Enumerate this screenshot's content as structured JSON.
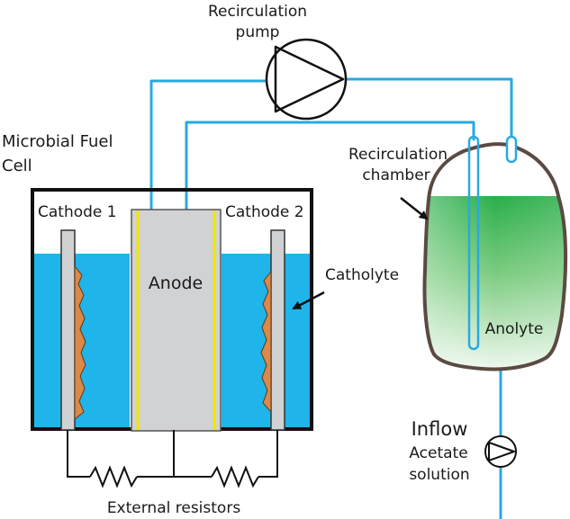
{
  "labels": {
    "pump_line1": "Recirculation",
    "pump_line2": "pump",
    "mfc_line1": "Microbial Fuel",
    "mfc_line2": "Cell",
    "chamber_line1": "Recirculation",
    "chamber_line2": "chamber",
    "cathode1": "Cathode 1",
    "cathode2": "Cathode 2",
    "anode": "Anode",
    "catholyte": "Catholyte",
    "anolyte": "Anolyte",
    "inflow": "Inflow",
    "acetate_line1": "Acetate",
    "acetate_line2": "solution",
    "resistors": "External resistors"
  },
  "colors": {
    "tube": "#29a9e0",
    "catholyte": "#1fb4ea",
    "anolyte_top": "#2aae4a",
    "anolyte_bottom": "#e6f4e6",
    "electrode_gray": "#cfd1d3",
    "anode_gray": "#d1d2d4",
    "anode_edge": "#f2e600",
    "biofilm": "#d9894a",
    "chamber_outline": "#5a4a42"
  },
  "icons": {
    "pump": "pump-triangle-icon",
    "inflow_pump": "pump-triangle-icon",
    "resistor": "zigzag-resistor-icon"
  }
}
